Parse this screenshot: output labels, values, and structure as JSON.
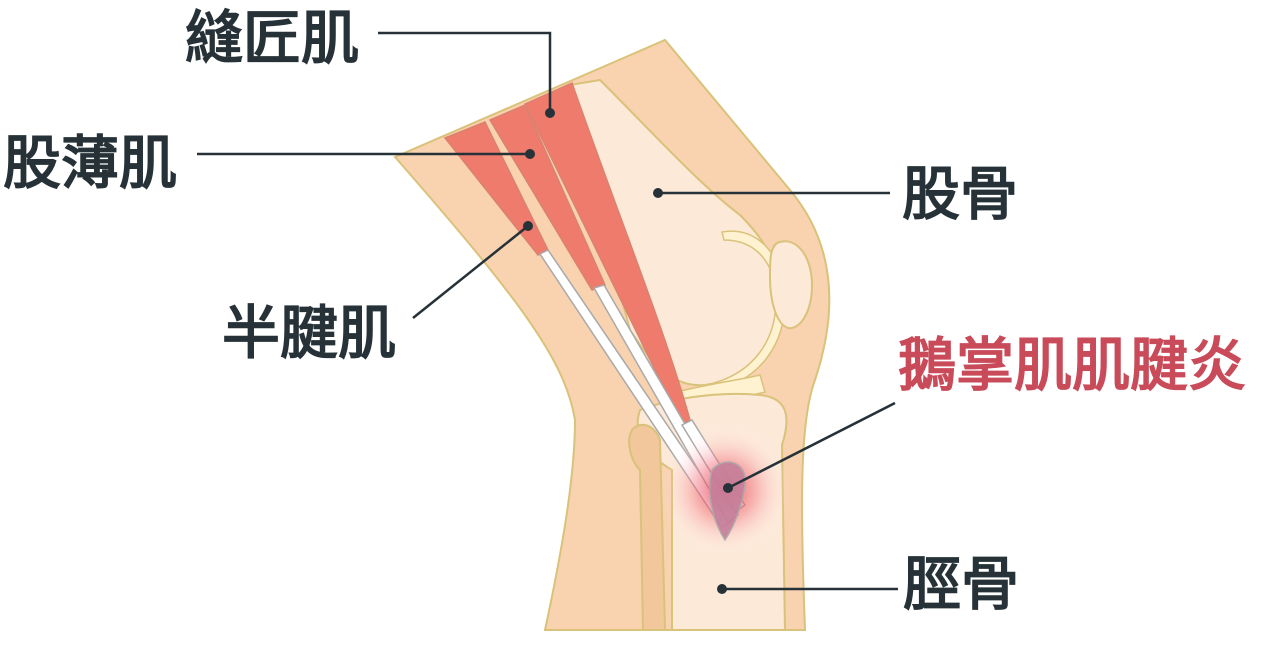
{
  "labels": {
    "sartorius": "縫匠肌",
    "gracilis": "股薄肌",
    "semitendinosus": "半腱肌",
    "femur": "股骨",
    "pes_anserine_bursitis": "鵝掌肌肌腱炎",
    "tibia": "脛骨"
  },
  "colors": {
    "label_dark": "#263238",
    "label_highlight": "#c94b59",
    "skin": "#f9d2b0",
    "skin_outline": "#d9c27a",
    "bone": "#fde9d8",
    "muscle": "#ef7b6c",
    "tendon": "#ffffff",
    "inflammation": "#e83a4a",
    "leader_line": "#263238"
  }
}
